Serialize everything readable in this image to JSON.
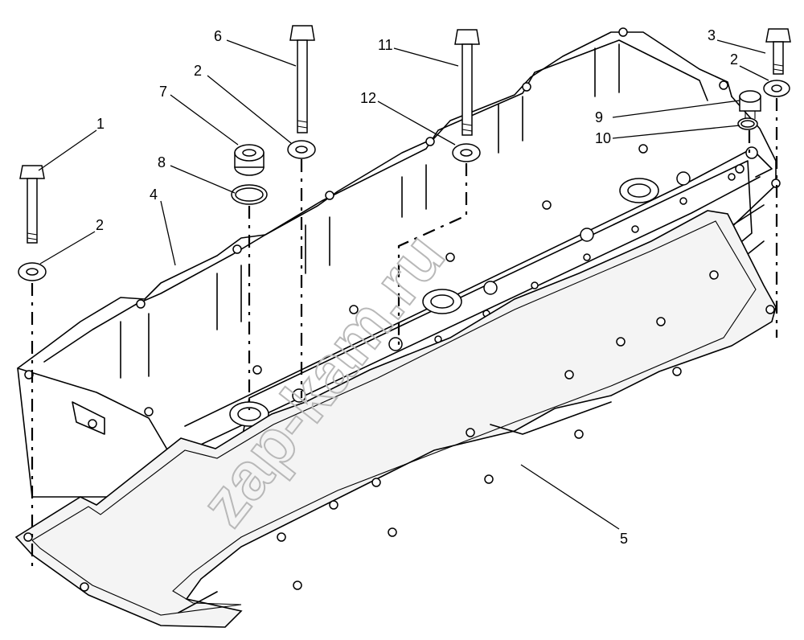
{
  "callouts": [
    {
      "id": "c1",
      "text": "1"
    },
    {
      "id": "c2a",
      "text": "2"
    },
    {
      "id": "c2b",
      "text": "2"
    },
    {
      "id": "c2c",
      "text": "2"
    },
    {
      "id": "c3",
      "text": "3"
    },
    {
      "id": "c4",
      "text": "4"
    },
    {
      "id": "c5",
      "text": "5"
    },
    {
      "id": "c6",
      "text": "6"
    },
    {
      "id": "c7",
      "text": "7"
    },
    {
      "id": "c8",
      "text": "8"
    },
    {
      "id": "c9",
      "text": "9"
    },
    {
      "id": "c10",
      "text": "10"
    },
    {
      "id": "c11",
      "text": "11"
    },
    {
      "id": "c12",
      "text": "12"
    }
  ],
  "watermark": "zap-kam.ru"
}
